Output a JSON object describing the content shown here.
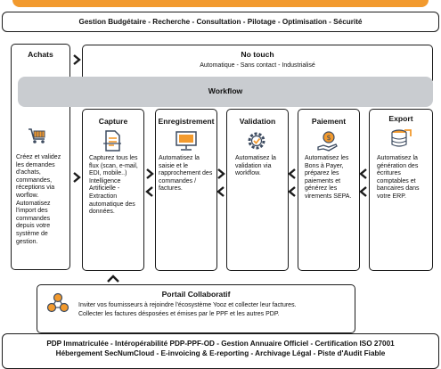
{
  "header": {
    "banner": "Gestion Budgétaire - Recherche - Consultation - Pilotage - Optimisation - Sécurité"
  },
  "achats": {
    "title": "Achats",
    "text": "Créez et validez les demandes d'achats, commandes, réceptions via worflow. Automatisez l'import des commandes depuis votre système de gestion.",
    "icon": "shopping-cart-icon"
  },
  "notouch": {
    "title": "No touch",
    "subtitle": "Automatique - Sans contact - Industrialisé"
  },
  "workflow": {
    "title": "Workflow"
  },
  "steps": [
    {
      "title": "Capture",
      "icon": "document-scan-icon",
      "text": "Capturez tous les flux (scan, e-mail, EDI, mobile..) Intelligence Artificielle - Extraction automatique des données."
    },
    {
      "title": "Enregistrement",
      "icon": "computer-monitor-icon",
      "text": "Automatisez la saisie et le rapprochement des commandes / factures."
    },
    {
      "title": "Validation",
      "icon": "validation-gear-icon",
      "text": "Automatisez la validation via workflow."
    },
    {
      "title": "Paiement",
      "icon": "money-hand-icon",
      "text": "Automatisez les Bons à Payer, préparez les paiements et générez les virements SEPA."
    },
    {
      "title": "Export",
      "icon": "export-database-icon",
      "text": "Automatisez la génération des écritures comptables et bancaires dans votre ERP."
    }
  ],
  "portail": {
    "title": "Portail Collaboratif",
    "icon": "network-people-icon",
    "line1": "Inviter vos fournisseurs à rejoindre l'écosystème Yooz et collecter leur factures.",
    "line2": "Collecter les factures désposées et émises par le PPF et les autres PDP."
  },
  "footer": {
    "line1": "PDP Immatriculée - Intéropérabilité PDP-PPF-OD - Gestion Annuaire Officiel - Certification ISO 27001",
    "line2": "Hébergement SecNumCloud - E-invoicing & E-reporting - Archivage Légal - Piste d'Audit Fiable"
  },
  "colors": {
    "accent": "#f29a2e",
    "border": "#1b1b1b",
    "workflow": "#c9ccd0",
    "icon_blue": "#3d4b60"
  }
}
